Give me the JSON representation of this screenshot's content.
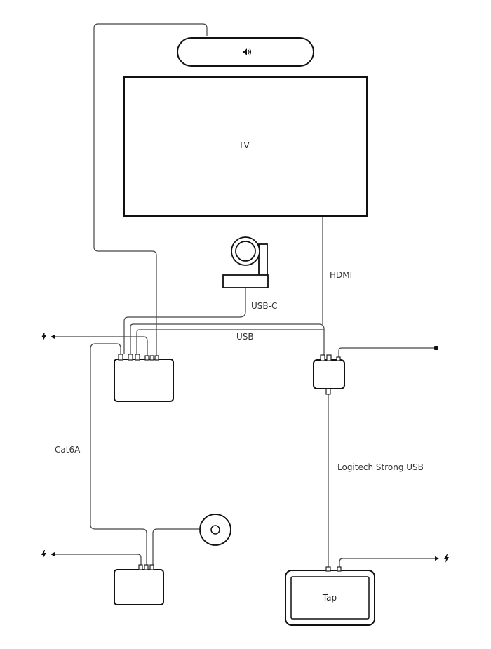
{
  "devices": {
    "tv_label": "TV",
    "tap_label": "Tap"
  },
  "cables": {
    "hdmi": "HDMI",
    "usb_c": "USB-C",
    "usb": "USB",
    "cat6a": "Cat6A",
    "strong_usb": "Logitech Strong USB"
  },
  "colors": {
    "line": "#444444",
    "outline": "#111111",
    "background": "#ffffff"
  },
  "icons": {
    "speaker": "speaker-icon",
    "power": "power-bolt-icon",
    "plug": "power-plug-icon"
  }
}
